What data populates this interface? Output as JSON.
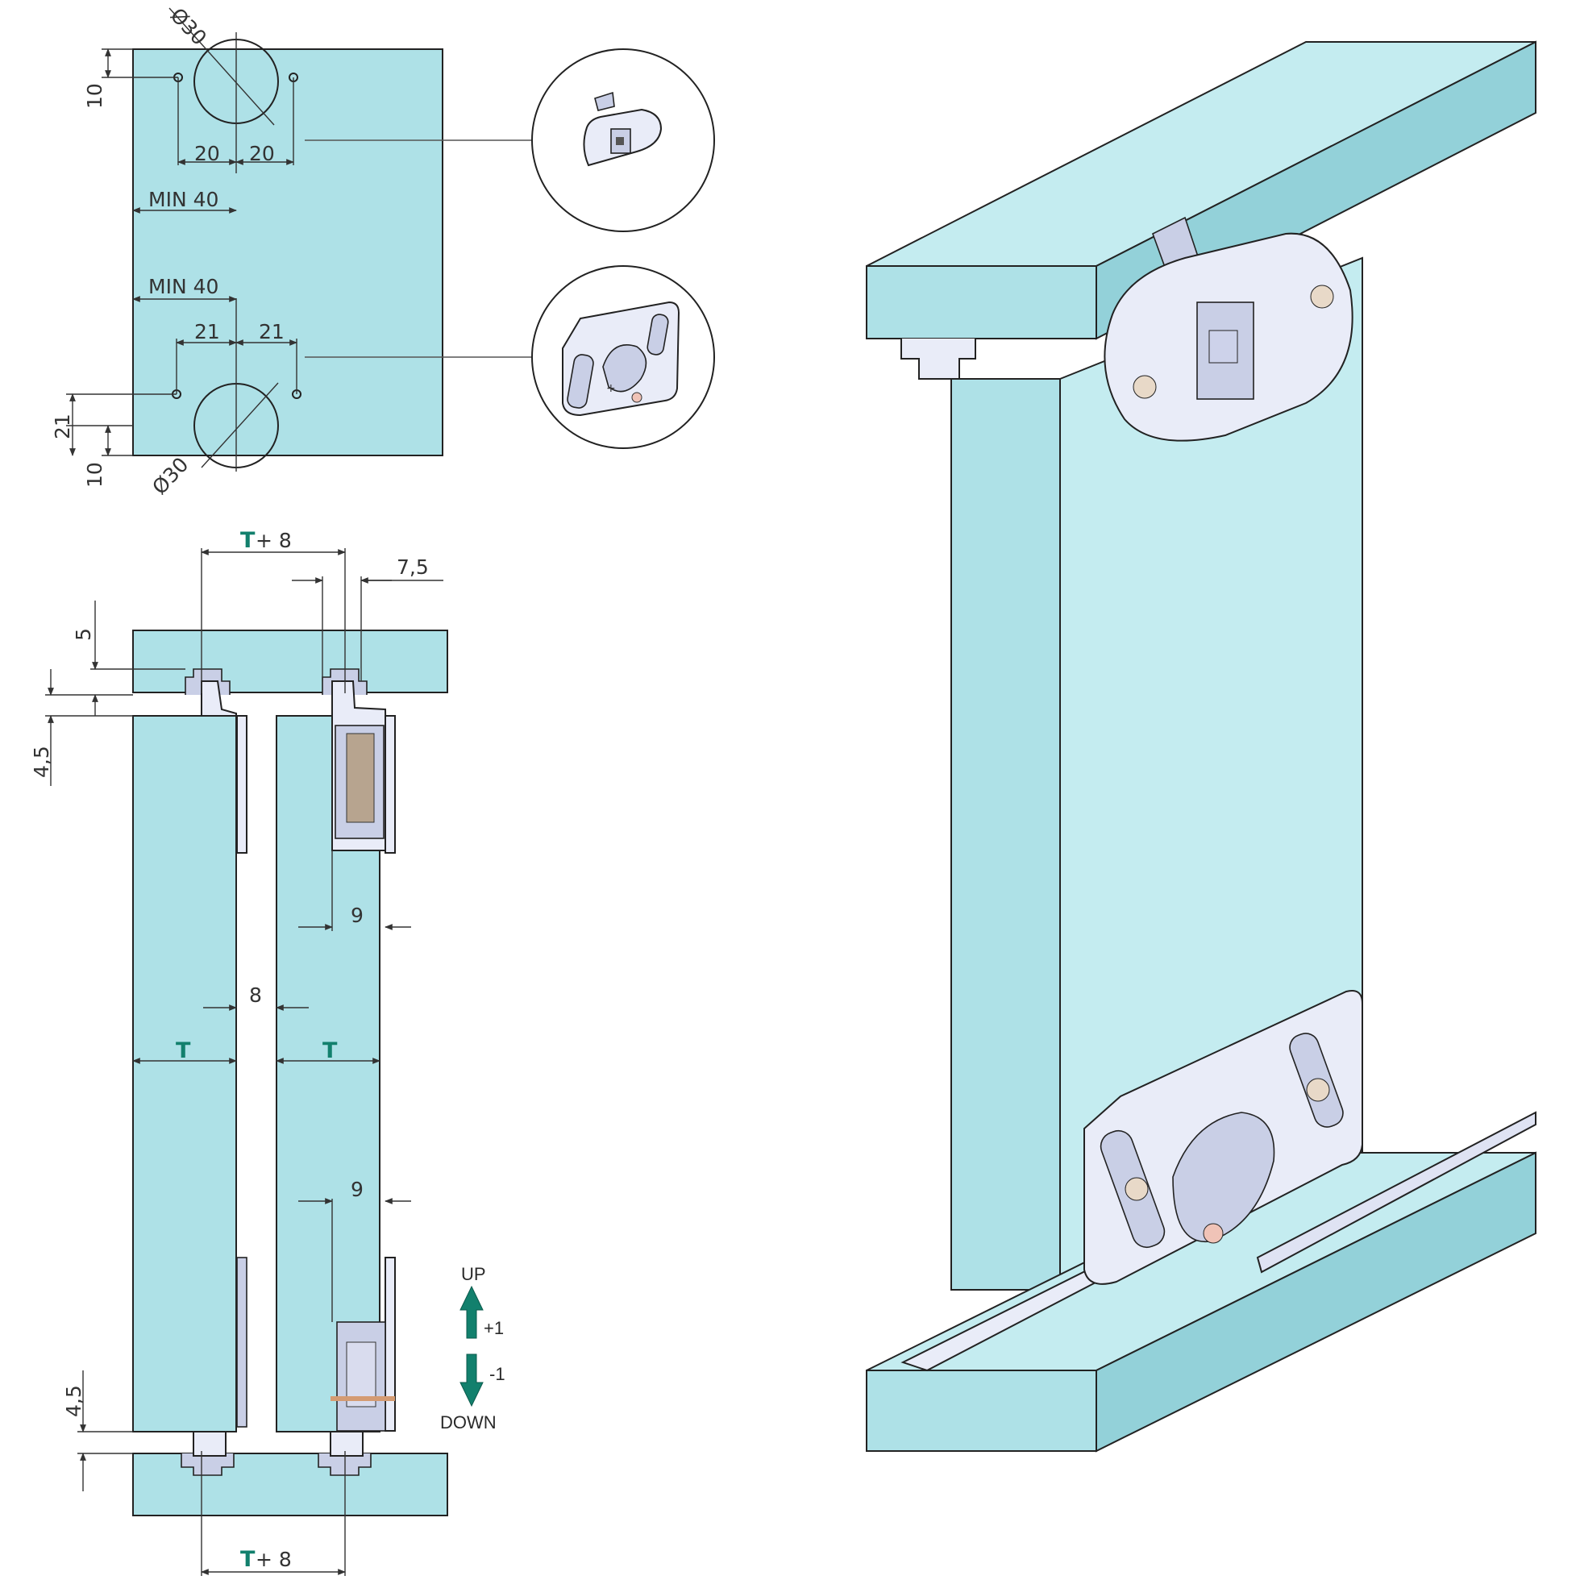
{
  "holes_view": {
    "top_diameter": "Ø30",
    "bottom_diameter": "Ø30",
    "dim_10_top": "10",
    "dim_20_left": "20",
    "dim_20_right": "20",
    "min_40_top": "MIN 40",
    "min_40_bottom": "MIN 40",
    "dim_21_left": "21",
    "dim_21_right": "21",
    "dim_21_vertical": "21",
    "dim_10_bottom": "10"
  },
  "section_view": {
    "top_t_symbol": "T",
    "top_t_suffix": " + 8",
    "dim_7_5": "7,5",
    "dim_5": "5",
    "dim_4_5_top": "4,5",
    "dim_9_upper": "9",
    "dim_8_gap": "8",
    "t_left": "T",
    "t_right": "T",
    "dim_9_lower": "9",
    "dim_4_5_bottom": "4,5",
    "bottom_t_symbol": "T",
    "bottom_t_suffix": " + 8"
  },
  "adjustment": {
    "up_label": "UP",
    "plus_value": "+1",
    "minus_value": "-1",
    "down_label": "DOWN"
  },
  "colors": {
    "wood": "#aee1e7",
    "hardware": "#e9ecf8",
    "accent_green": "#12806d",
    "line": "#222222"
  }
}
